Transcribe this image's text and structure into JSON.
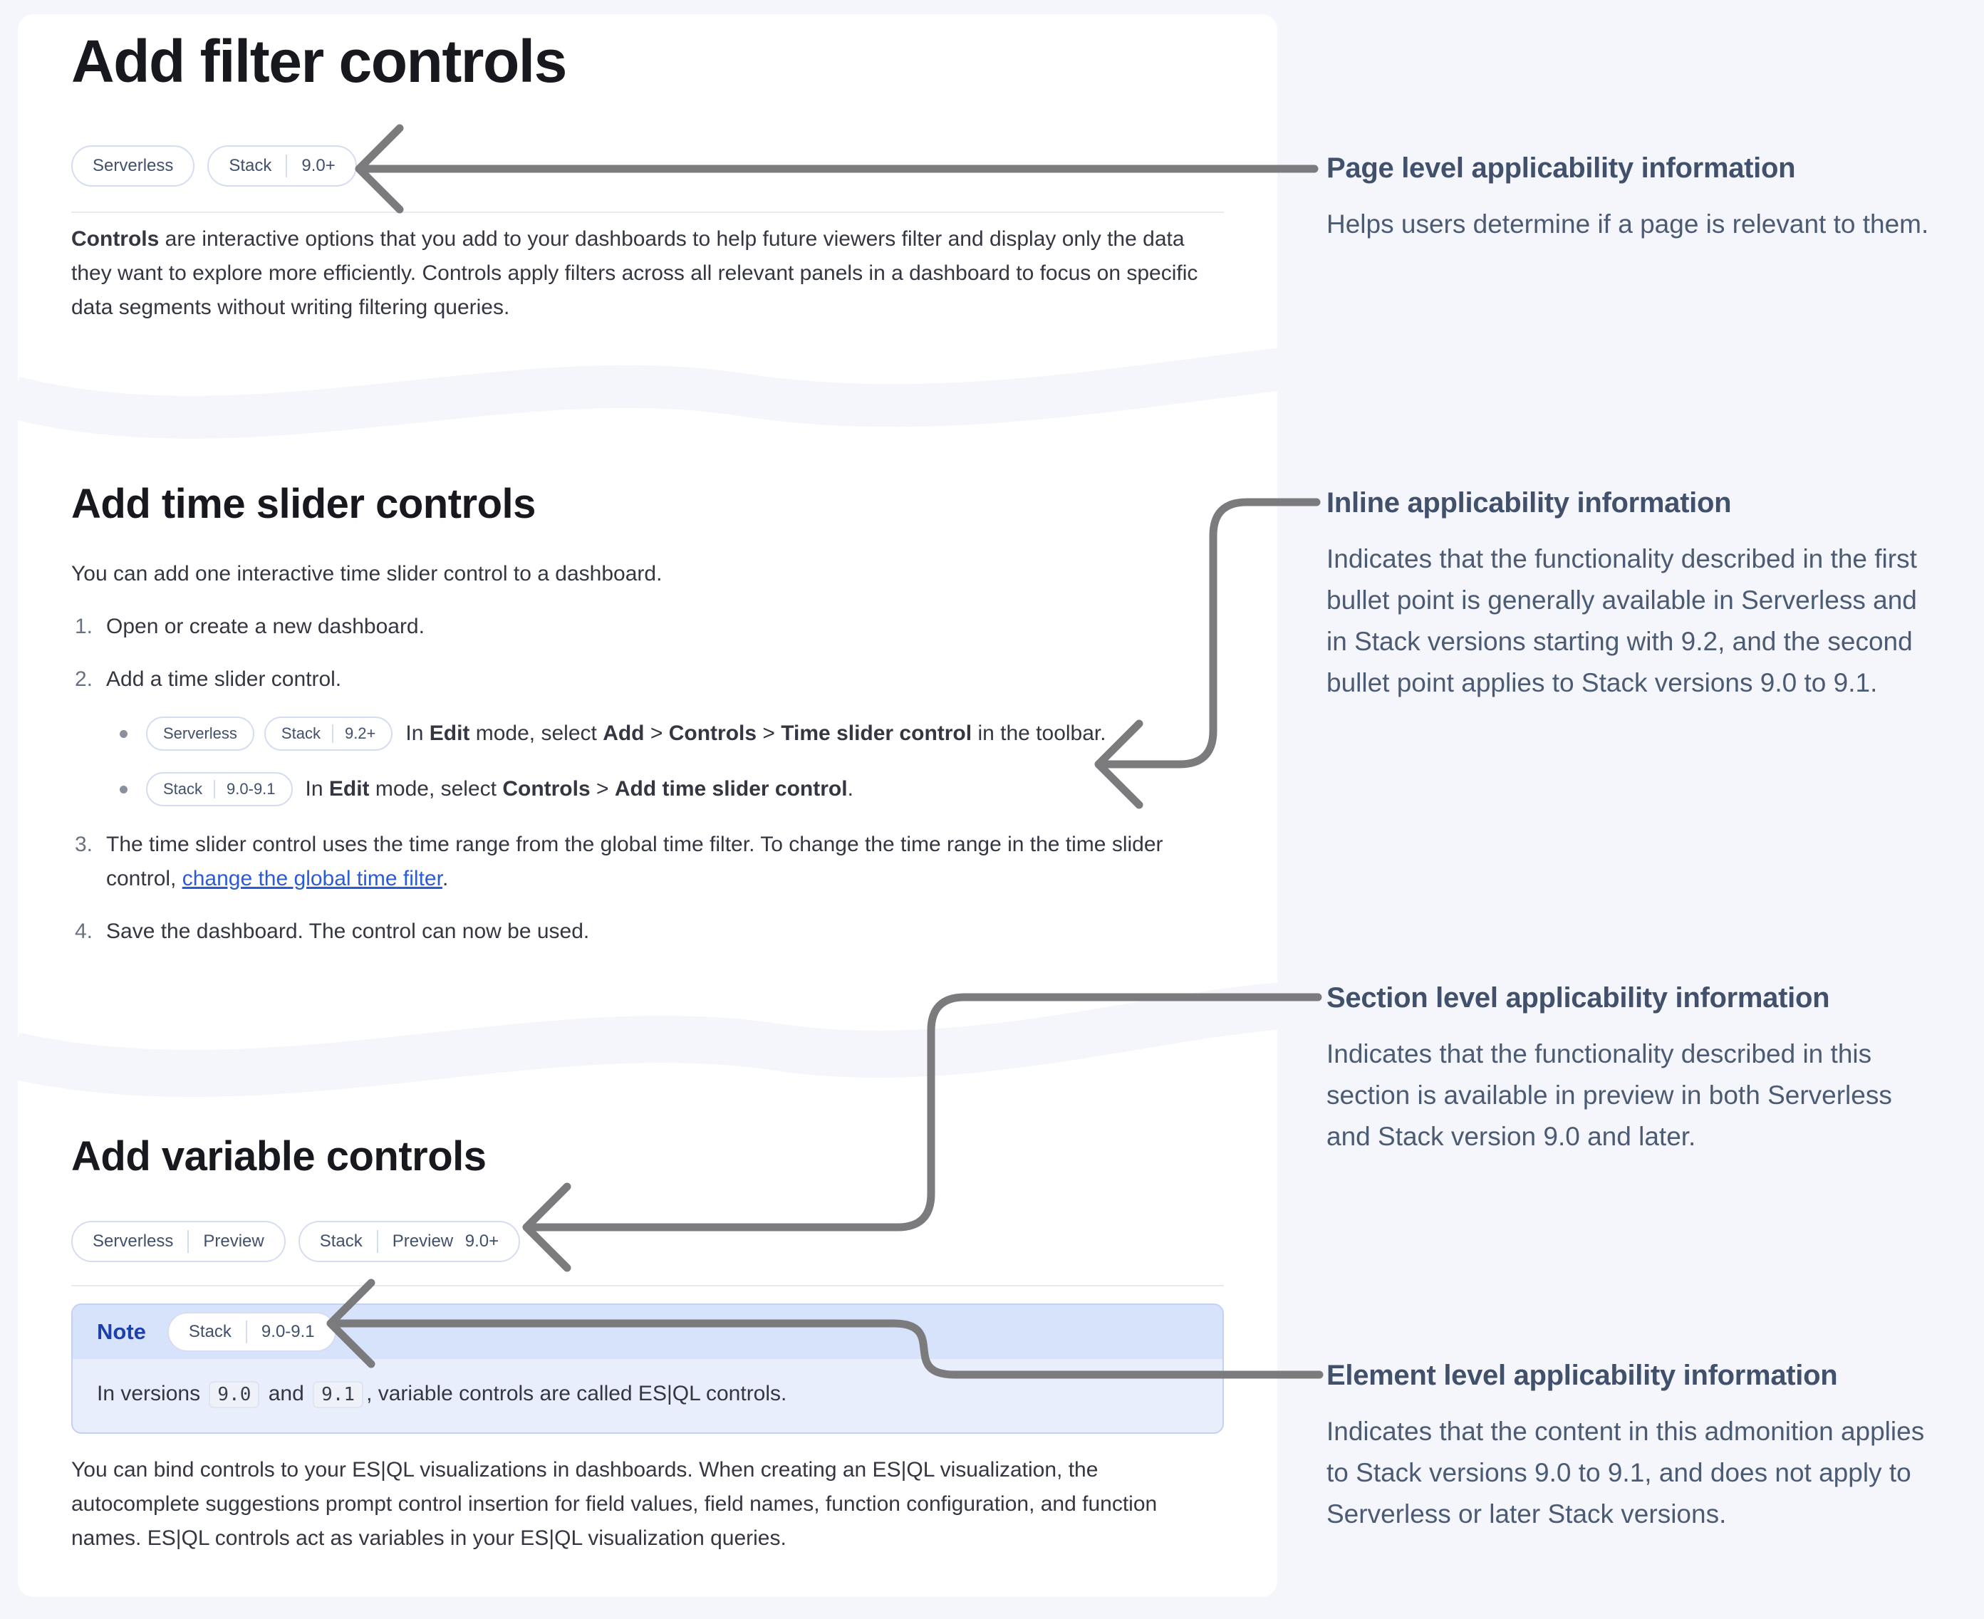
{
  "colors": {
    "page_background": "#f5f6fb",
    "card_background": "#ffffff",
    "arrow": "#7b7b7d",
    "link": "#2b5bd7",
    "note_header": "#d7e2fb",
    "note_body": "#e8eefc",
    "note_label": "#1e3fae",
    "annotation_text": "#4c5b74"
  },
  "sections": {
    "filter": {
      "title": "Add filter controls",
      "badge_serverless": "Serverless",
      "badge_stack": "Stack",
      "badge_stack_version": "9.0+",
      "para_lead": "Controls",
      "para_rest": " are interactive options that you add to your dashboards to help future viewers filter and display only the data they want to explore more efficiently. Controls apply filters across all relevant panels in a dashboard to focus on specific data segments without writing filtering queries."
    },
    "time_slider": {
      "title": "Add time slider controls",
      "intro": "You can add one interactive time slider control to a dashboard.",
      "step1_num": "1.",
      "step1": "Open or create a new dashboard.",
      "step2_num": "2.",
      "step2": "Add a time slider control.",
      "bullet1": {
        "badge_serverless": "Serverless",
        "badge_stack": "Stack",
        "badge_version": "9.2+",
        "t1": "In ",
        "edit": "Edit",
        "t2": " mode, select ",
        "add": "Add",
        "gt1": " > ",
        "controls": "Controls",
        "gt2": " > ",
        "target": "Time slider control",
        "t3": " in the toolbar."
      },
      "bullet2": {
        "badge_stack": "Stack",
        "badge_version": "9.0-9.1",
        "t1": "In ",
        "edit": "Edit",
        "t2": " mode, select ",
        "controls": "Controls",
        "gt1": " > ",
        "target": "Add time slider control",
        "t3": "."
      },
      "step3_num": "3.",
      "step3_t1": "The time slider control uses the time range from the global time filter. To change the time range in the time slider control, ",
      "step3_link": "change the global time filter",
      "step3_t2": ".",
      "step4_num": "4.",
      "step4": "Save the dashboard. The control can now be used."
    },
    "variable": {
      "title": "Add variable controls",
      "badge1_left": "Serverless",
      "badge1_right": "Preview",
      "badge2_left": "Stack",
      "badge2_right": "Preview 9.0+",
      "note": {
        "label": "Note",
        "badge_left": "Stack",
        "badge_right": "9.0-9.1",
        "t1": "In versions ",
        "code1": "9.0",
        "t2": " and ",
        "code2": "9.1",
        "t3": ", variable controls are called ES|QL controls."
      },
      "para": "You can bind controls to your ES|QL visualizations in dashboards. When creating an ES|QL visualization, the autocomplete suggestions prompt control insertion for field values, field names, function configuration, and function names. ES|QL controls act as variables in your ES|QL visualization queries."
    }
  },
  "annotations": [
    {
      "title": "Page level applicability information",
      "body": "Helps users determine if a page is relevant to them."
    },
    {
      "title": "Inline applicability information",
      "body": "Indicates that the functionality described in the first bullet point is generally available in Serverless and in Stack versions starting with 9.2, and the second bullet point applies to Stack versions 9.0 to 9.1."
    },
    {
      "title": "Section level applicability information",
      "body": "Indicates that the functionality described in this section is available in preview in both Serverless and Stack version 9.0 and later."
    },
    {
      "title": "Element level applicability information",
      "body": "Indicates that the content in this admonition applies to Stack versions 9.0 to 9.1, and does not apply to Serverless or later Stack versions."
    }
  ]
}
